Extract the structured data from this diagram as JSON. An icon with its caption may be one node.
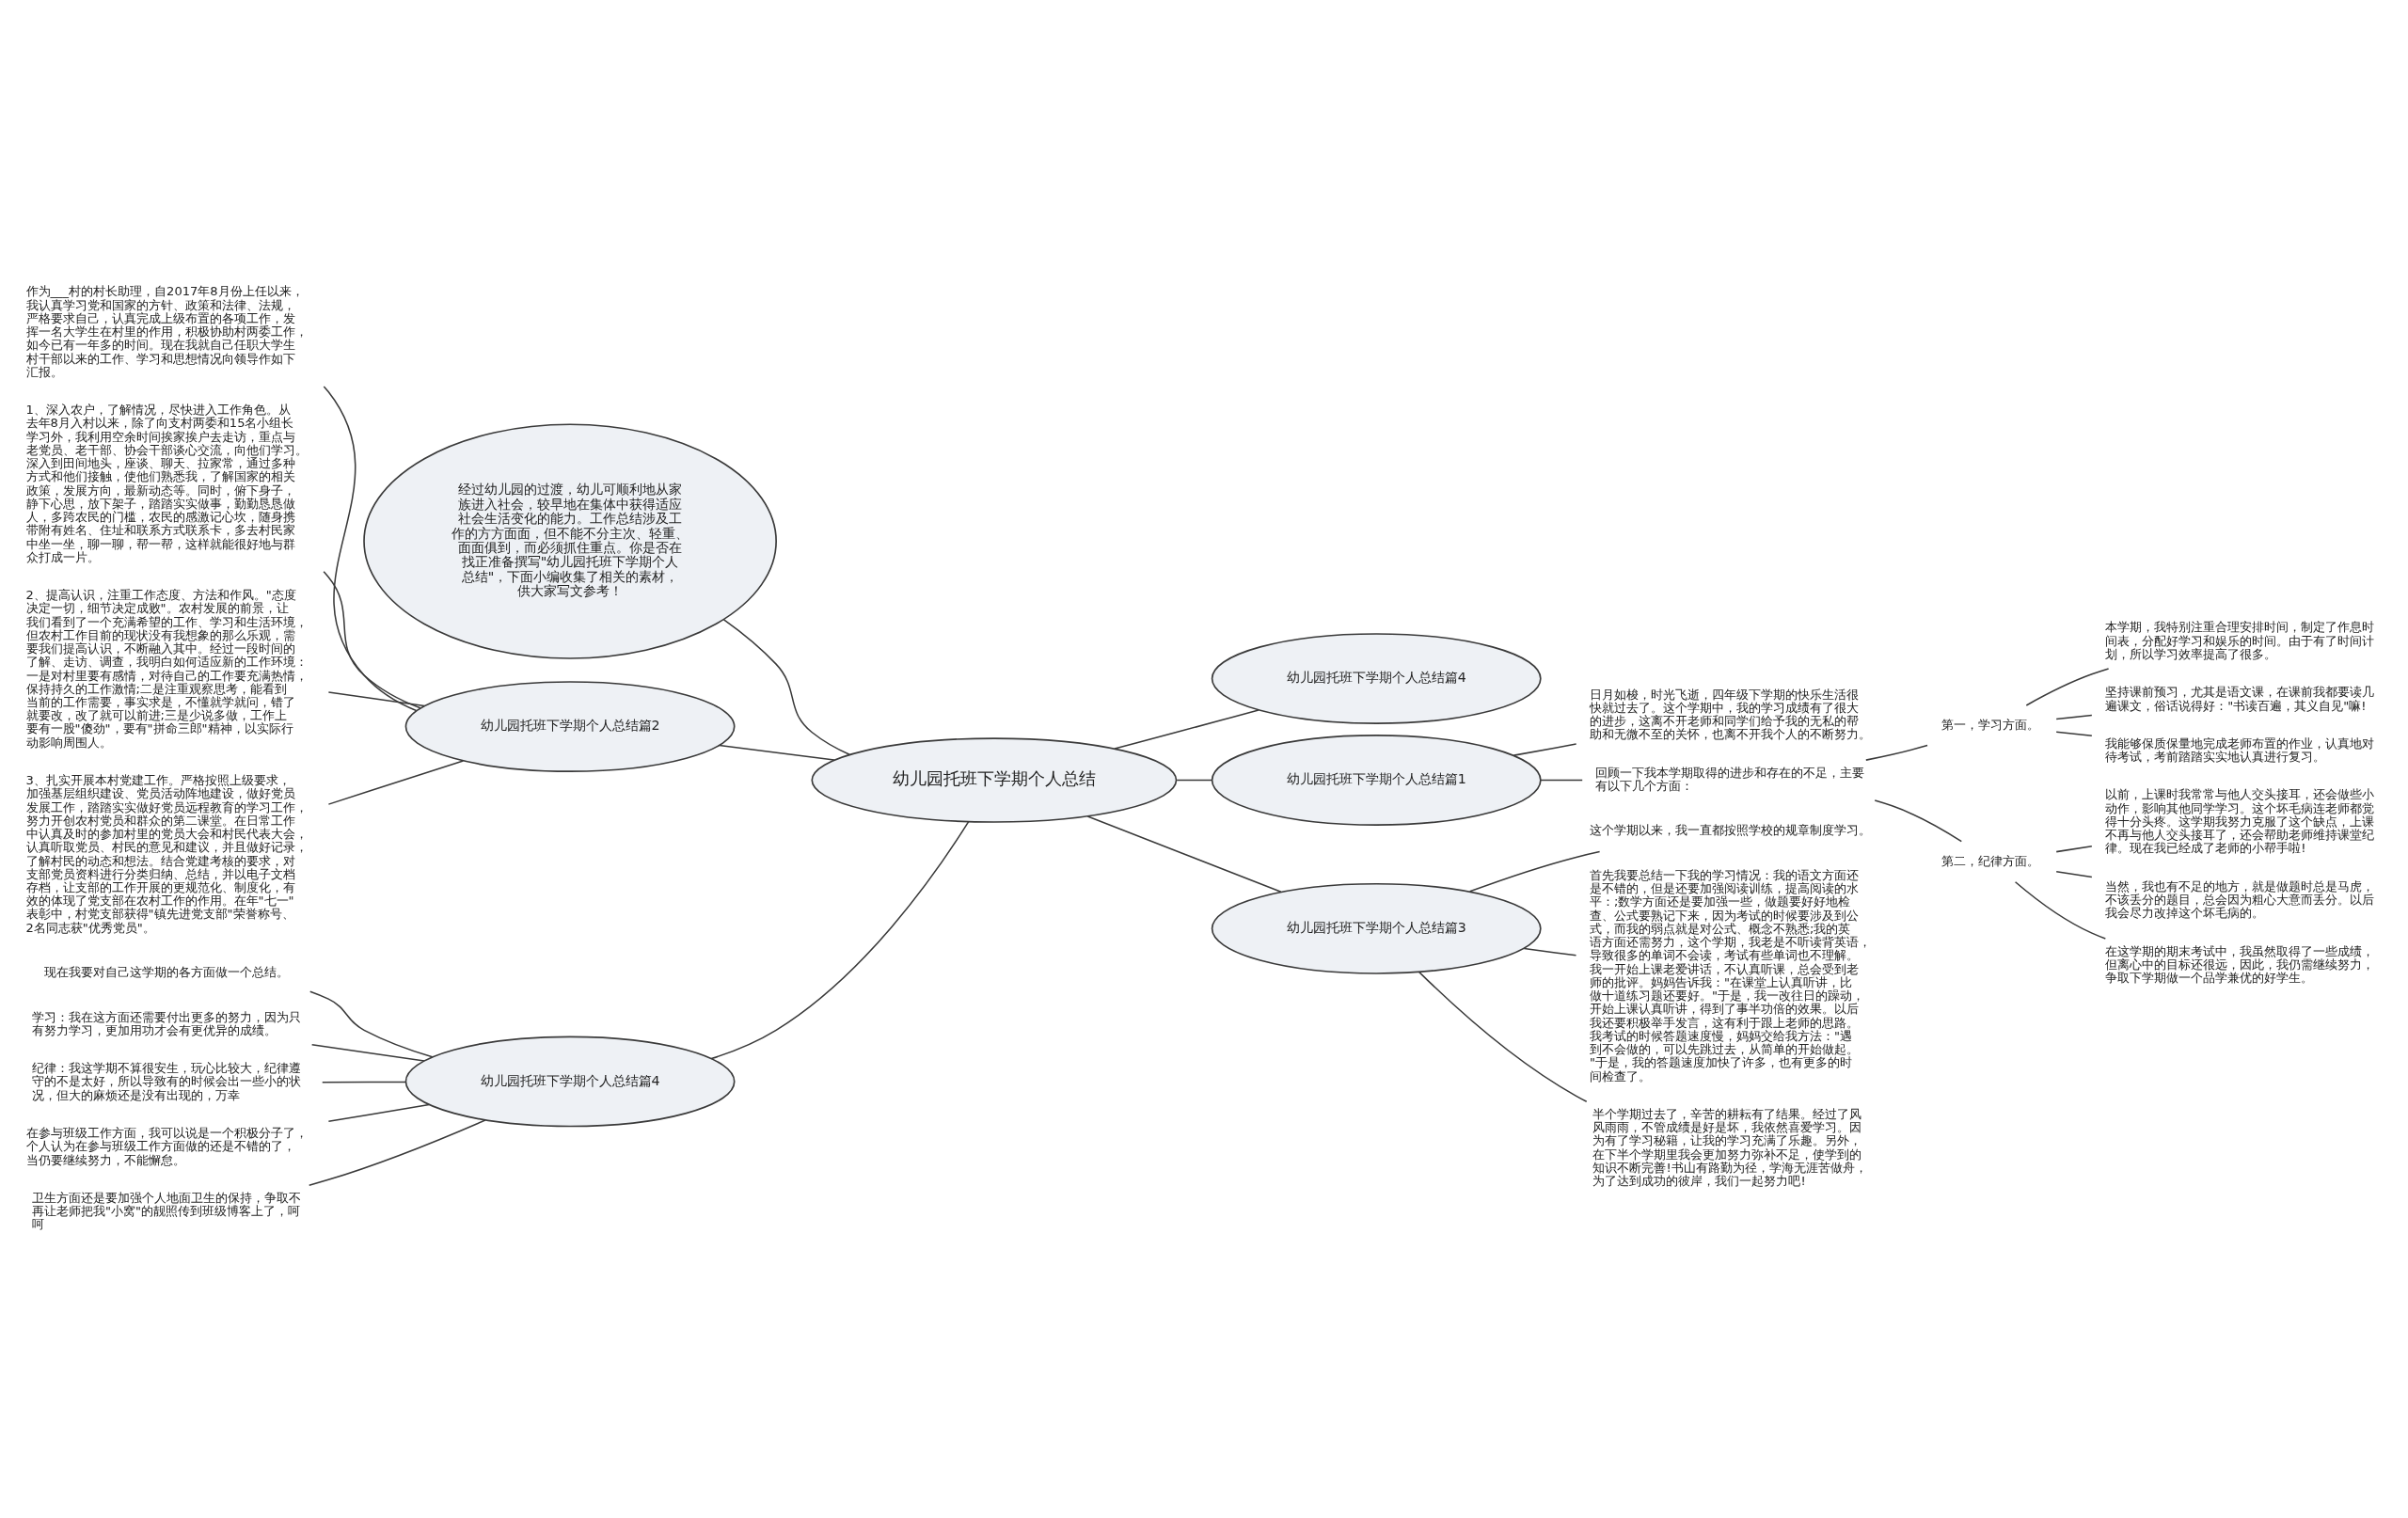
{
  "diagram": {
    "nodes": [
      {
        "text": [
          "幼儿园托班下学期个人总结"
        ]
      },
      {
        "text": [
          "经过幼儿园的过渡，幼儿可顺利地从家族进入社会，较早地在集体中获得适应社会生活变化的能力。工作总结涉及工作的方方面面，但不能不分主次、轻重、面面俱到，而必须抓住重点。你是否在找正准备撰写\"幼儿园托班下学期个人总结\"，下面小编收集了相关的素材，供大家写文参考！"
        ]
      },
      {
        "text": [
          "幼儿园托班下学期个人总结篇2"
        ]
      },
      {
        "text": [
          "作为___村的村长助理，自2017年8月份上任以来，我认真学习党和国家的方针、政策和法律、法规，严格要求自己，认真完成上级布置的各项工作，发挥一名大学生在村里的作用，积极协助村两委工作，如今已有一年多的时间。现在我就自己任职大学生村干部以来的工作、学习和思想情况向领导作如下汇报。"
        ]
      },
      {
        "text": [
          "1、深入农户，了解情况，尽快进入工作角色。从去年8月入村以来，除了向支村两委和15名小组长学习外，我利用空余时间挨家挨户去走访，重点与老党员、老干部、协会干部谈心交流，向他们学习。深入到田间地头，座谈、聊天、拉家常，通过多种方式和他们接触，使他们熟悉我，了解国家的相关政策，发展方向，最新动态等。同时，俯下身子，静下心思，放下架子，踏踏实实做事，勤勤恳恳做人，多跨农民的门槛，农民的感激记心坎，随身携带附有姓名、住址和联系方式联系卡，多去村民家中坐一坐，聊一聊，帮一帮，这样就能很好地与群众打成一片。"
        ]
      },
      {
        "text": [
          "2、提高认识，注重工作态度、方法和作风。\"态度决定一切，细节决定成败\"。农村发展的前景，让我们看到了一个充满希望的工作、学习和生活环境，但农村工作目前的现状没有我想象的那么乐观，需要我们提高认识，不断融入其中。经过一段时间的了解、走访、调查，我明白如何适应新的工作环境：一是对村里要有感情，对待自己的工作要充满热情，保持持久的工作激情;二是注重观察思考，能看到当前的工作需要，事实求是，不懂就学就问，错了就要改，改了就可以前进;三是少说多做，工作上要有一股\"傻劲\"，要有\"拼命三郎\"精神，以实际行动影响周围人。"
        ]
      },
      {
        "text": [
          "3、扎实开展本村党建工作。严格按照上级要求，加强基层组织建设、党员活动阵地建设，做好党员发展工作，踏踏实实做好党员远程教育的学习工作，努力开创农村党员和群众的第二课堂。在日常工作中认真及时的参加村里的党员大会和村民代表大会，认真听取党员、村民的意见和建议，并且做好记录，了解村民的动态和想法。结合党建考核的要求，对支部党员资料进行分类归纳、总结，并以电子文档存档，让支部的工作开展的更规范化、制度化，有效的体现了党支部在农村工作的作用。在年\"七一\"表彰中，村党支部获得\"镇先进党支部\"荣誉称号、2名同志获\"优秀党员\"。"
        ]
      },
      {
        "text": [
          "幼儿园托班下学期个人总结篇4"
        ]
      },
      {
        "text": [
          "现在我要对自己这学期的各方面做一个总结。"
        ]
      },
      {
        "text": [
          "学习：我在这方面还需要付出更多的努力，因为只有努力学习，更加用功才会有更优异的成绩。"
        ]
      },
      {
        "text": [
          "纪律：我这学期不算很安生，玩心比较大，纪律遵守的不是太好，所以导致有的时候会出一些小的状况，但大的麻烦还是没有出现的，万幸"
        ]
      },
      {
        "text": [
          "在参与班级工作方面，我可以说是一个积极分子了，个人认为在参与班级工作方面做的还是不错的了，当仍要继续努力，不能懈怠。"
        ]
      },
      {
        "text": [
          "卫生方面还是要加强个人地面卫生的保持，争取不再让老师把我\"小窝\"的靓照传到班级博客上了，呵呵"
        ]
      },
      {
        "text": [
          "幼儿园托班下学期个人总结篇4"
        ]
      },
      {
        "text": [
          "幼儿园托班下学期个人总结篇1"
        ]
      },
      {
        "text": [
          "日月如梭，时光飞逝，四年级下学期的快乐生活很快就过去了。这个学期中，我的学习成绩有了很大的进步，这离不开老师和同学们给予我的无私的帮助和无微不至的关怀，也离不开我个人的不断努力。"
        ]
      },
      {
        "text": [
          "回顾一下我本学期取得的进步和存在的不足，主要有以下几个方面："
        ]
      },
      {
        "text": [
          "第一，学习方面。"
        ]
      },
      {
        "text": [
          "本学期，我特别注重合理安排时间，制定了作息时间表，分配好学习和娱乐的时间。由于有了时间计划，所以学习效率提高了很多。"
        ]
      },
      {
        "text": [
          "坚持课前预习，尤其是语文课，在课前我都要读几遍课文，俗话说得好：\"书读百遍，其义自见\"嘛!"
        ]
      },
      {
        "text": [
          "我能够保质保量地完成老师布置的作业，认真地对待考试，考前踏踏实实地认真进行复习。"
        ]
      },
      {
        "text": [
          "第二，纪律方面。"
        ]
      },
      {
        "text": [
          "以前，上课时我常常与他人交头接耳，还会做些小动作，影响其他同学学习。这个坏毛病连老师都觉得十分头疼。这学期我努力克服了这个缺点，上课不再与他人交头接耳了，还会帮助老师维持课堂纪律。现在我已经成了老师的小帮手啦!"
        ]
      },
      {
        "text": [
          "当然，我也有不足的地方，就是做题时总是马虎，不该丢分的题目，总会因为粗心大意而丢分。以后我会尽力改掉这个坏毛病的。"
        ]
      },
      {
        "text": [
          "在这学期的期末考试中，我虽然取得了一些成绩，但离心中的目标还很远，因此，我仍需继续努力，争取下学期做一个品学兼优的好学生。"
        ]
      },
      {
        "text": [
          "幼儿园托班下学期个人总结篇3"
        ]
      },
      {
        "text": [
          "这个学期以来，我一直都按照学校的规章制度学习。"
        ]
      },
      {
        "text": [
          "首先我要总结一下我的学习情况：我的语文方面还是不错的，但是还要加强阅读训练，提高阅读的水平：;数学方面还是要加强一些，做题要好好地检查、公式要熟记下来，因为考试的时候要涉及到公式，而我的弱点就是对公式、概念不熟悉;我的英语方面还需努力，这个学期，我老是不听读背英语，导致很多的单词不会读，考试有些单词也不理解。我一开始上课老爱讲话，不认真听课，总会受到老师的批评。妈妈告诉我：\"在课堂上认真听讲，比做十道练习题还要好。\"于是，我一改往日的躁动，开始上课认真听讲，得到了事半功倍的效果。以后我还要积极举手发言，这有利于跟上老师的思路。我考试的时候答题速度慢，妈妈交给我方法：\"遇到不会做的，可以先跳过去，从简单的开始做起。\"于是，我的答题速度加快了许多，也有更多的时间检查了。"
        ]
      },
      {
        "text": [
          "半个学期过去了，辛苦的耕耘有了结果。经过了风风雨雨，不管成绩是好是坏，我依然喜爱学习。因为有了学习秘籍，让我的学习充满了乐趣。另外，在下半个学期里我会更加努力弥补不足，使学到的知识不断完善!书山有路勤为径，学海无涯苦做舟，为了达到成功的彼岸，我们一起努力吧!"
        ]
      }
    ],
    "edges": [
      {
        "from": 0,
        "to": 1,
        "arrow": "none"
      },
      {
        "from": 0,
        "to": 2,
        "arrow": "none"
      },
      {
        "from": 0,
        "to": 7,
        "arrow": "none"
      },
      {
        "from": 0,
        "to": 13,
        "arrow": "none"
      },
      {
        "from": 0,
        "to": 14,
        "arrow": "none"
      },
      {
        "from": 0,
        "to": 25,
        "arrow": "none"
      },
      {
        "from": 2,
        "to": 3,
        "arrow": "none"
      },
      {
        "from": 2,
        "to": 4,
        "arrow": "none"
      },
      {
        "from": 2,
        "to": 5,
        "arrow": "none"
      },
      {
        "from": 2,
        "to": 6,
        "arrow": "none"
      },
      {
        "from": 7,
        "to": 8,
        "arrow": "none"
      },
      {
        "from": 7,
        "to": 9,
        "arrow": "none"
      },
      {
        "from": 7,
        "to": 10,
        "arrow": "none"
      },
      {
        "from": 7,
        "to": 11,
        "arrow": "none"
      },
      {
        "from": 7,
        "to": 12,
        "arrow": "none"
      },
      {
        "from": 14,
        "to": 15,
        "arrow": "none"
      },
      {
        "from": 14,
        "to": 16,
        "arrow": "none"
      },
      {
        "from": 16,
        "to": 17,
        "arrow": "none"
      },
      {
        "from": 16,
        "to": 21,
        "arrow": "none"
      },
      {
        "from": 17,
        "to": 18,
        "arrow": "none"
      },
      {
        "from": 17,
        "to": 19,
        "arrow": "none"
      },
      {
        "from": 17,
        "to": 20,
        "arrow": "none"
      },
      {
        "from": 21,
        "to": 22,
        "arrow": "none"
      },
      {
        "from": 21,
        "to": 23,
        "arrow": "none"
      },
      {
        "from": 21,
        "to": 24,
        "arrow": "none"
      },
      {
        "from": 25,
        "to": 26,
        "arrow": "none"
      },
      {
        "from": 25,
        "to": 27,
        "arrow": "none"
      },
      {
        "from": 25,
        "to": 28,
        "arrow": "none"
      }
    ]
  }
}
